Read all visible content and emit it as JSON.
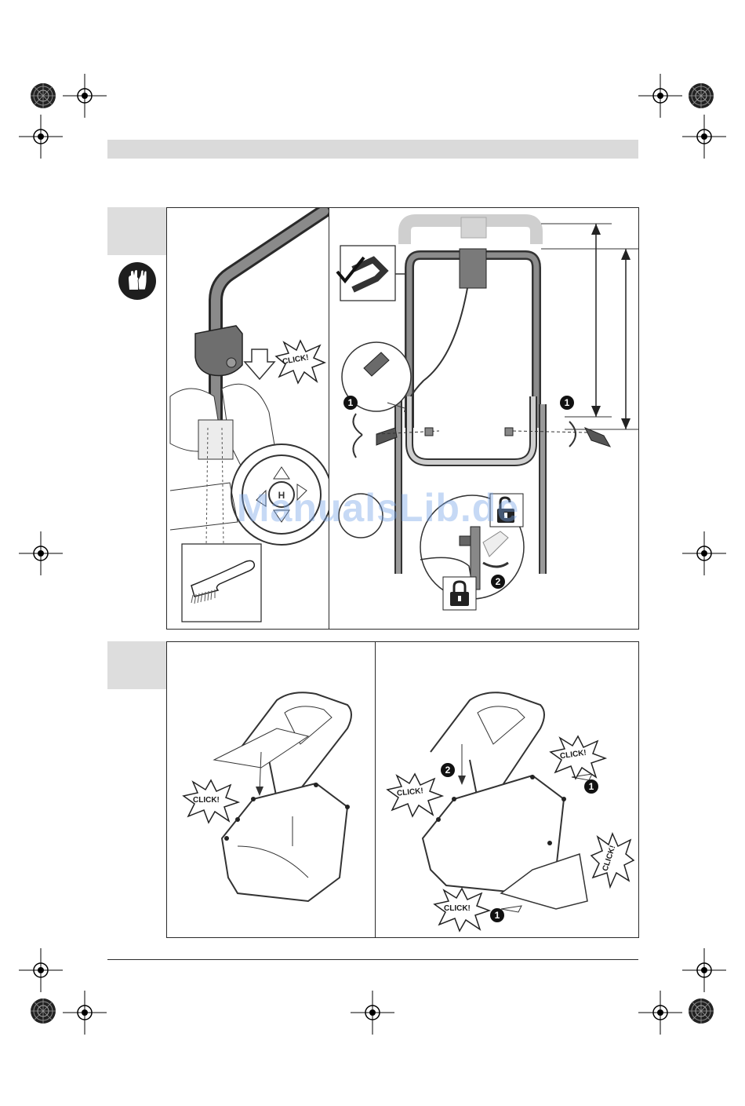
{
  "page": {
    "click_label": "CLICK!",
    "step_markers": [
      "1",
      "2"
    ],
    "watermark": "ManualsLib.de",
    "icons": [
      "gloves-icon",
      "registration-mark-icon",
      "color-target-icon",
      "lock-open-icon",
      "lock-closed-icon",
      "brush-icon",
      "checkmark-icon"
    ]
  }
}
